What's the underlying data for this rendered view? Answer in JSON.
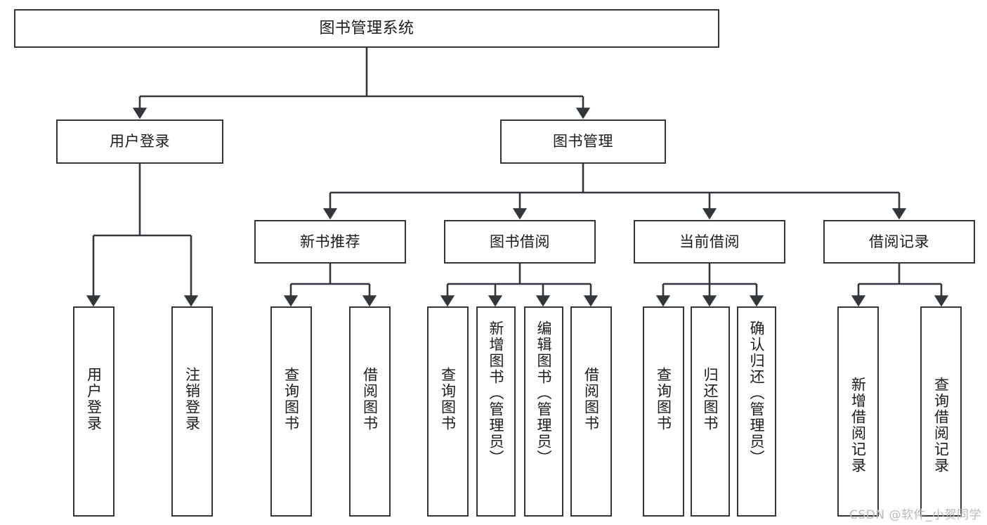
{
  "diagram": {
    "title": "图书管理系统",
    "watermark": "CSDN @软件_小贺同学",
    "line_color": "#33363b",
    "box_fill": "#ffffff",
    "text_color": "#1b1b1b",
    "root": {
      "label": "图书管理系统"
    },
    "level1": [
      {
        "label": "用户登录"
      },
      {
        "label": "图书管理"
      }
    ],
    "level2": [
      {
        "label": "新书推荐"
      },
      {
        "label": "图书借阅"
      },
      {
        "label": "当前借阅"
      },
      {
        "label": "借阅记录"
      }
    ],
    "leaves": {
      "user_login": [
        {
          "label": "用户登录"
        },
        {
          "label": "注销登录"
        }
      ],
      "new_book_recommend": [
        {
          "label": "查询图书"
        },
        {
          "label": "借阅图书"
        }
      ],
      "book_borrow": [
        {
          "label": "查询图书"
        },
        {
          "label": "新增图书（管理员）"
        },
        {
          "label": "编辑图书（管理员）"
        },
        {
          "label": "借阅图书"
        }
      ],
      "current_borrow": [
        {
          "label": "查询图书"
        },
        {
          "label": "归还图书"
        },
        {
          "label": "确认归还（管理员）"
        }
      ],
      "borrow_record": [
        {
          "label": "新增借阅记录"
        },
        {
          "label": "查询借阅记录"
        }
      ]
    }
  }
}
